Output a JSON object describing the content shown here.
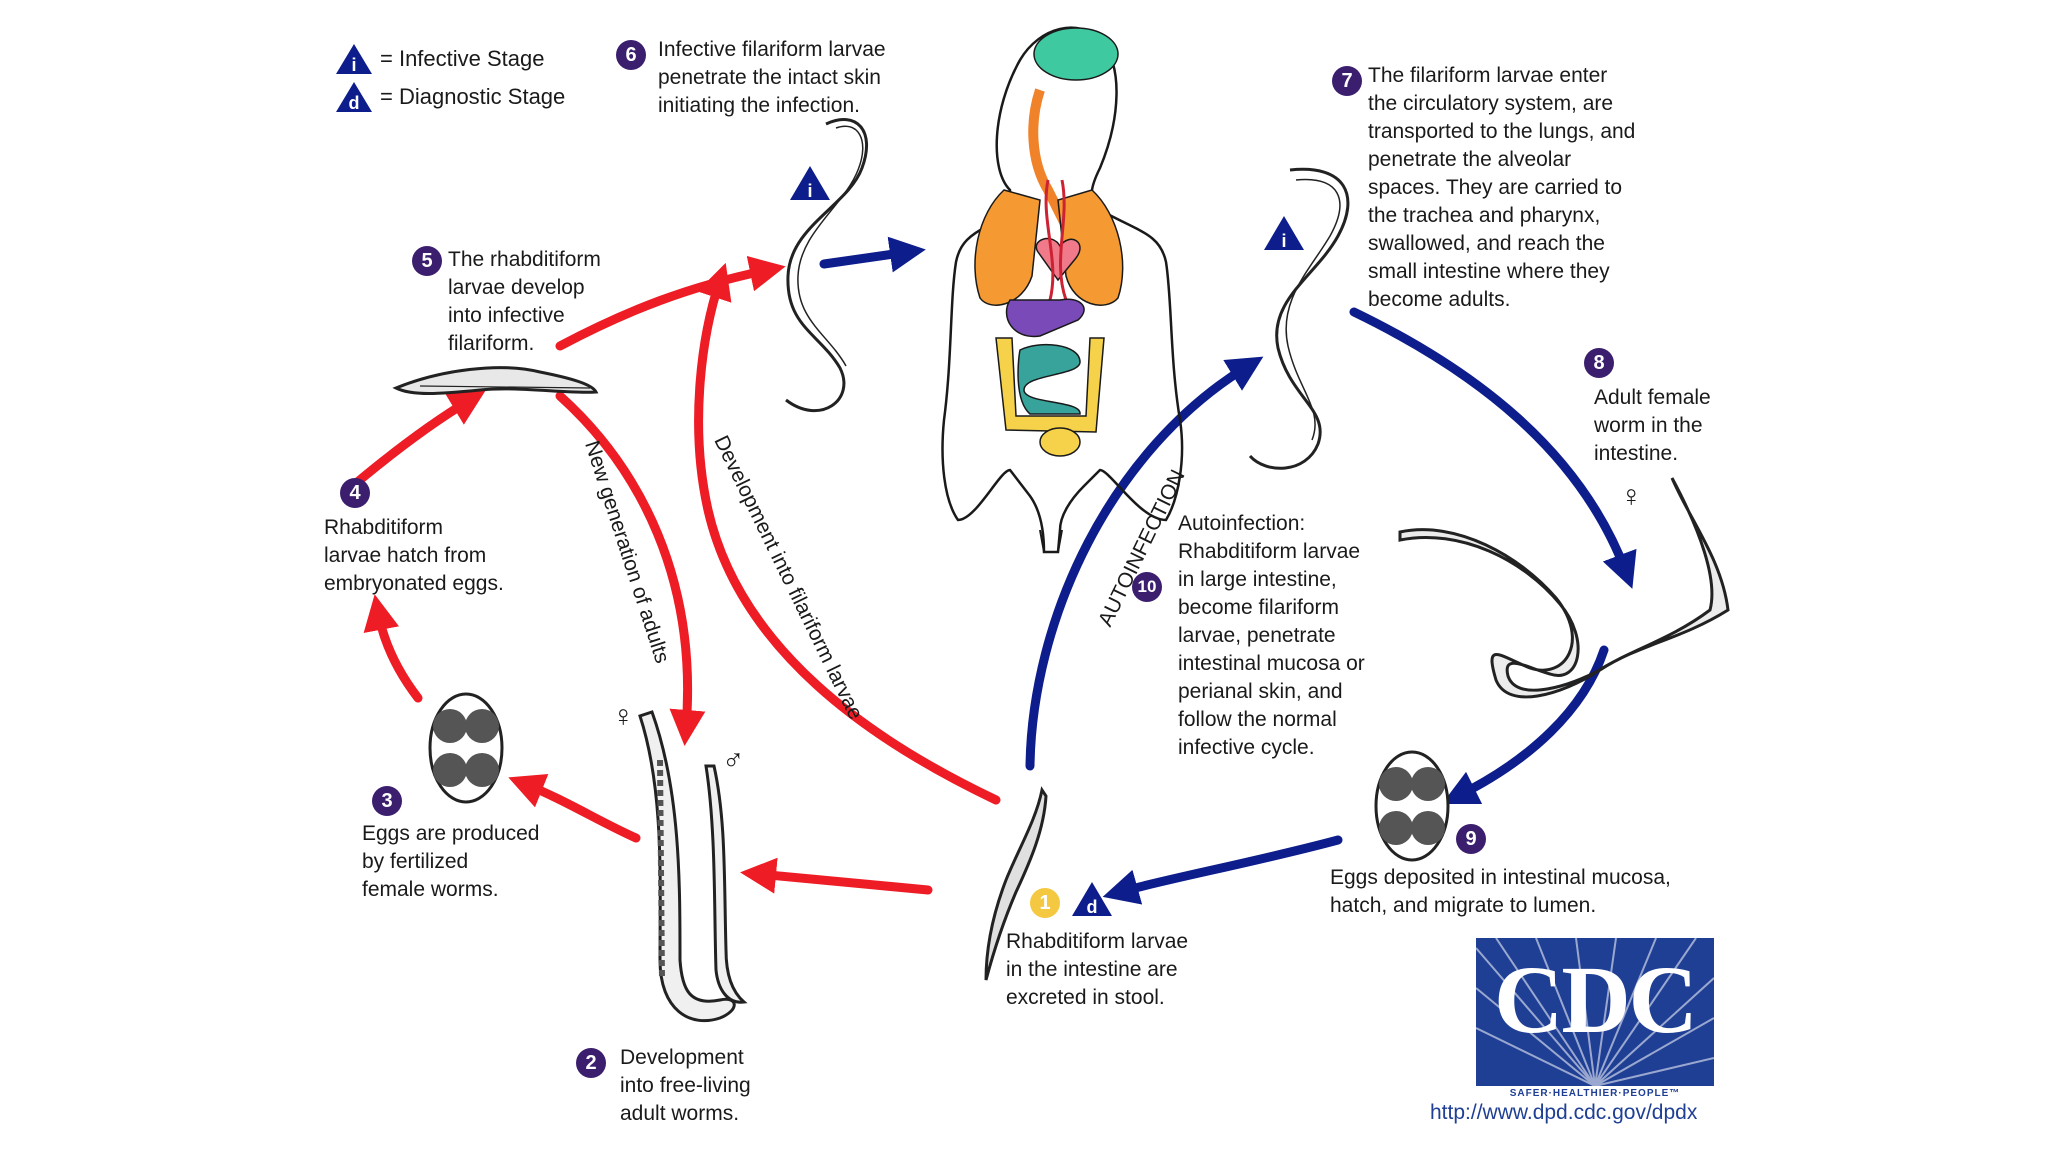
{
  "legend": {
    "infective_symbol": "i",
    "infective_label": "= Infective Stage",
    "diagnostic_symbol": "d",
    "diagnostic_label": "= Diagnostic Stage"
  },
  "steps": [
    {
      "num": "1",
      "text": "Rhabditiform larvae\nin the intestine are\nexcreted in stool."
    },
    {
      "num": "2",
      "text": "Development\ninto free-living\nadult worms."
    },
    {
      "num": "3",
      "text": "Eggs are produced\nby fertilized\nfemale worms."
    },
    {
      "num": "4",
      "text": "Rhabditiform\nlarvae hatch from\nembryonated eggs."
    },
    {
      "num": "5",
      "text": "The rhabditiform\nlarvae develop\ninto infective\nfilariform."
    },
    {
      "num": "6",
      "text": "Infective filariform larvae\npenetrate the intact skin\ninitiating the infection."
    },
    {
      "num": "7",
      "text": "The filariform larvae enter\nthe circulatory system, are\ntransported to the lungs, and\npenetrate the alveolar\nspaces.  They are carried to\nthe trachea and pharynx,\nswallowed, and reach the\nsmall intestine where they\nbecome adults."
    },
    {
      "num": "8",
      "text": "Adult female\nworm in the\nintestine."
    },
    {
      "num": "9",
      "text": "Eggs deposited in intestinal mucosa,\nhatch, and migrate to lumen."
    },
    {
      "num": "10",
      "text": "Autoinfection:\nRhabditiform larvae\nin large intestine,\nbecome filariform\nlarvae, penetrate\nintestinal mucosa or\nperianal skin, and\nfollow the normal\ninfective cycle."
    }
  ],
  "path_labels": {
    "new_generation": "New generation of adults",
    "development_filariform": "Development into filariform larvae",
    "autoinfection": "AUTOINFECTION"
  },
  "symbols": {
    "female": "♀",
    "male": "♂"
  },
  "colors": {
    "free_living_cycle": "#ee1c25",
    "parasitic_cycle": "#0d1d8c",
    "step_badge": "#3b1f6e",
    "step_badge_highlight": "#f5c842",
    "cdc_blue": "#1f3f95"
  },
  "logo": {
    "letters": "CDC",
    "tagline": "SAFER·HEALTHIER·PEOPLE™",
    "url": "http://www.dpd.cdc.gov/dpdx"
  }
}
